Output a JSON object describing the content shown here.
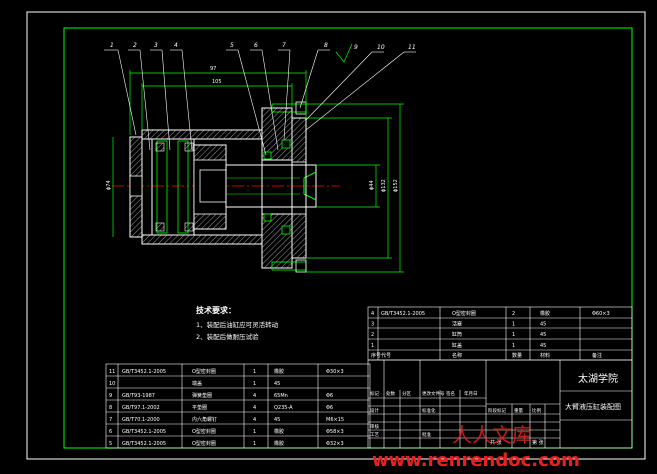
{
  "balloons": [
    "1",
    "2",
    "3",
    "4",
    "5",
    "6",
    "7",
    "8",
    "9",
    "10",
    "11"
  ],
  "dims": {
    "d97": "97",
    "d105": "105",
    "dphi": "ϕ74",
    "dR1": "ϕ44",
    "dR2": "ϕ132",
    "dR3": "ϕ152"
  },
  "tech": {
    "title": "技术要求：",
    "line1": "1、装配后油缸应可灵活转动",
    "line2": "2、装配后做耐压试验"
  },
  "bom_upper": [
    {
      "no": "4",
      "code": "GB/T3452.1-2005",
      "name": "O型密封圈",
      "qty": "2",
      "mat": "橡胶",
      "note": "Φ60×3"
    },
    {
      "no": "3",
      "code": "",
      "name": "活塞",
      "qty": "1",
      "mat": "45",
      "note": ""
    },
    {
      "no": "2",
      "code": "",
      "name": "缸筒",
      "qty": "1",
      "mat": "45",
      "note": ""
    },
    {
      "no": "1",
      "code": "",
      "name": "缸盖",
      "qty": "1",
      "mat": "45",
      "note": ""
    }
  ],
  "bom_upper_header": {
    "no": "序号",
    "code": "代号",
    "name": "名称",
    "qty": "数量",
    "mat": "材料",
    "note": "备注"
  },
  "bom_lower": [
    {
      "no": "11",
      "code": "GB/T3452.1-2005",
      "name": "O型密封圈",
      "qty": "1",
      "mat": "橡胶",
      "note": "Φ30×3"
    },
    {
      "no": "10",
      "code": "",
      "name": "端盖",
      "qty": "1",
      "mat": "45",
      "note": ""
    },
    {
      "no": "9",
      "code": "GB/T93-1987",
      "name": "弹簧垫圈",
      "qty": "4",
      "mat": "65Mn",
      "note": "Φ6"
    },
    {
      "no": "8",
      "code": "GB/T97.1-2002",
      "name": "平垫圈",
      "qty": "4",
      "mat": "Q235-A",
      "note": "Φ6"
    },
    {
      "no": "7",
      "code": "GB/T70.1-2000",
      "name": "内六角螺钉",
      "qty": "4",
      "mat": "45",
      "note": "M6×15"
    },
    {
      "no": "6",
      "code": "GB/T3452.1-2005",
      "name": "O型密封圈",
      "qty": "1",
      "mat": "橡胶",
      "note": "Φ58×3"
    },
    {
      "no": "5",
      "code": "GB/T3452.1-2005",
      "name": "O型密封圈",
      "qty": "1",
      "mat": "橡胶",
      "note": "Φ32×3"
    }
  ],
  "title_block": {
    "school": "太湖学院",
    "drawing_name": "大臂液压缸装配图",
    "labels": [
      "标记",
      "处数",
      "分区",
      "更改文件号",
      "签名",
      "年月日"
    ],
    "design": "设计",
    "standard": "标准化",
    "stage": "阶段标记",
    "weight": "重量",
    "scale": "比例",
    "check": "审核",
    "process": "工艺",
    "approve": "批准",
    "sheet_total": "共  张",
    "sheet_no": "第  张"
  },
  "watermark": {
    "cn": "人人文库",
    "url": "www.renrendoc.com"
  },
  "colors": {
    "background": "#000000",
    "frame": "#00ff00",
    "outline": "#ffffff",
    "dimension": "#00ff00",
    "center": "#ff0000",
    "text": "#ffff00",
    "watermark": "#e82020"
  }
}
